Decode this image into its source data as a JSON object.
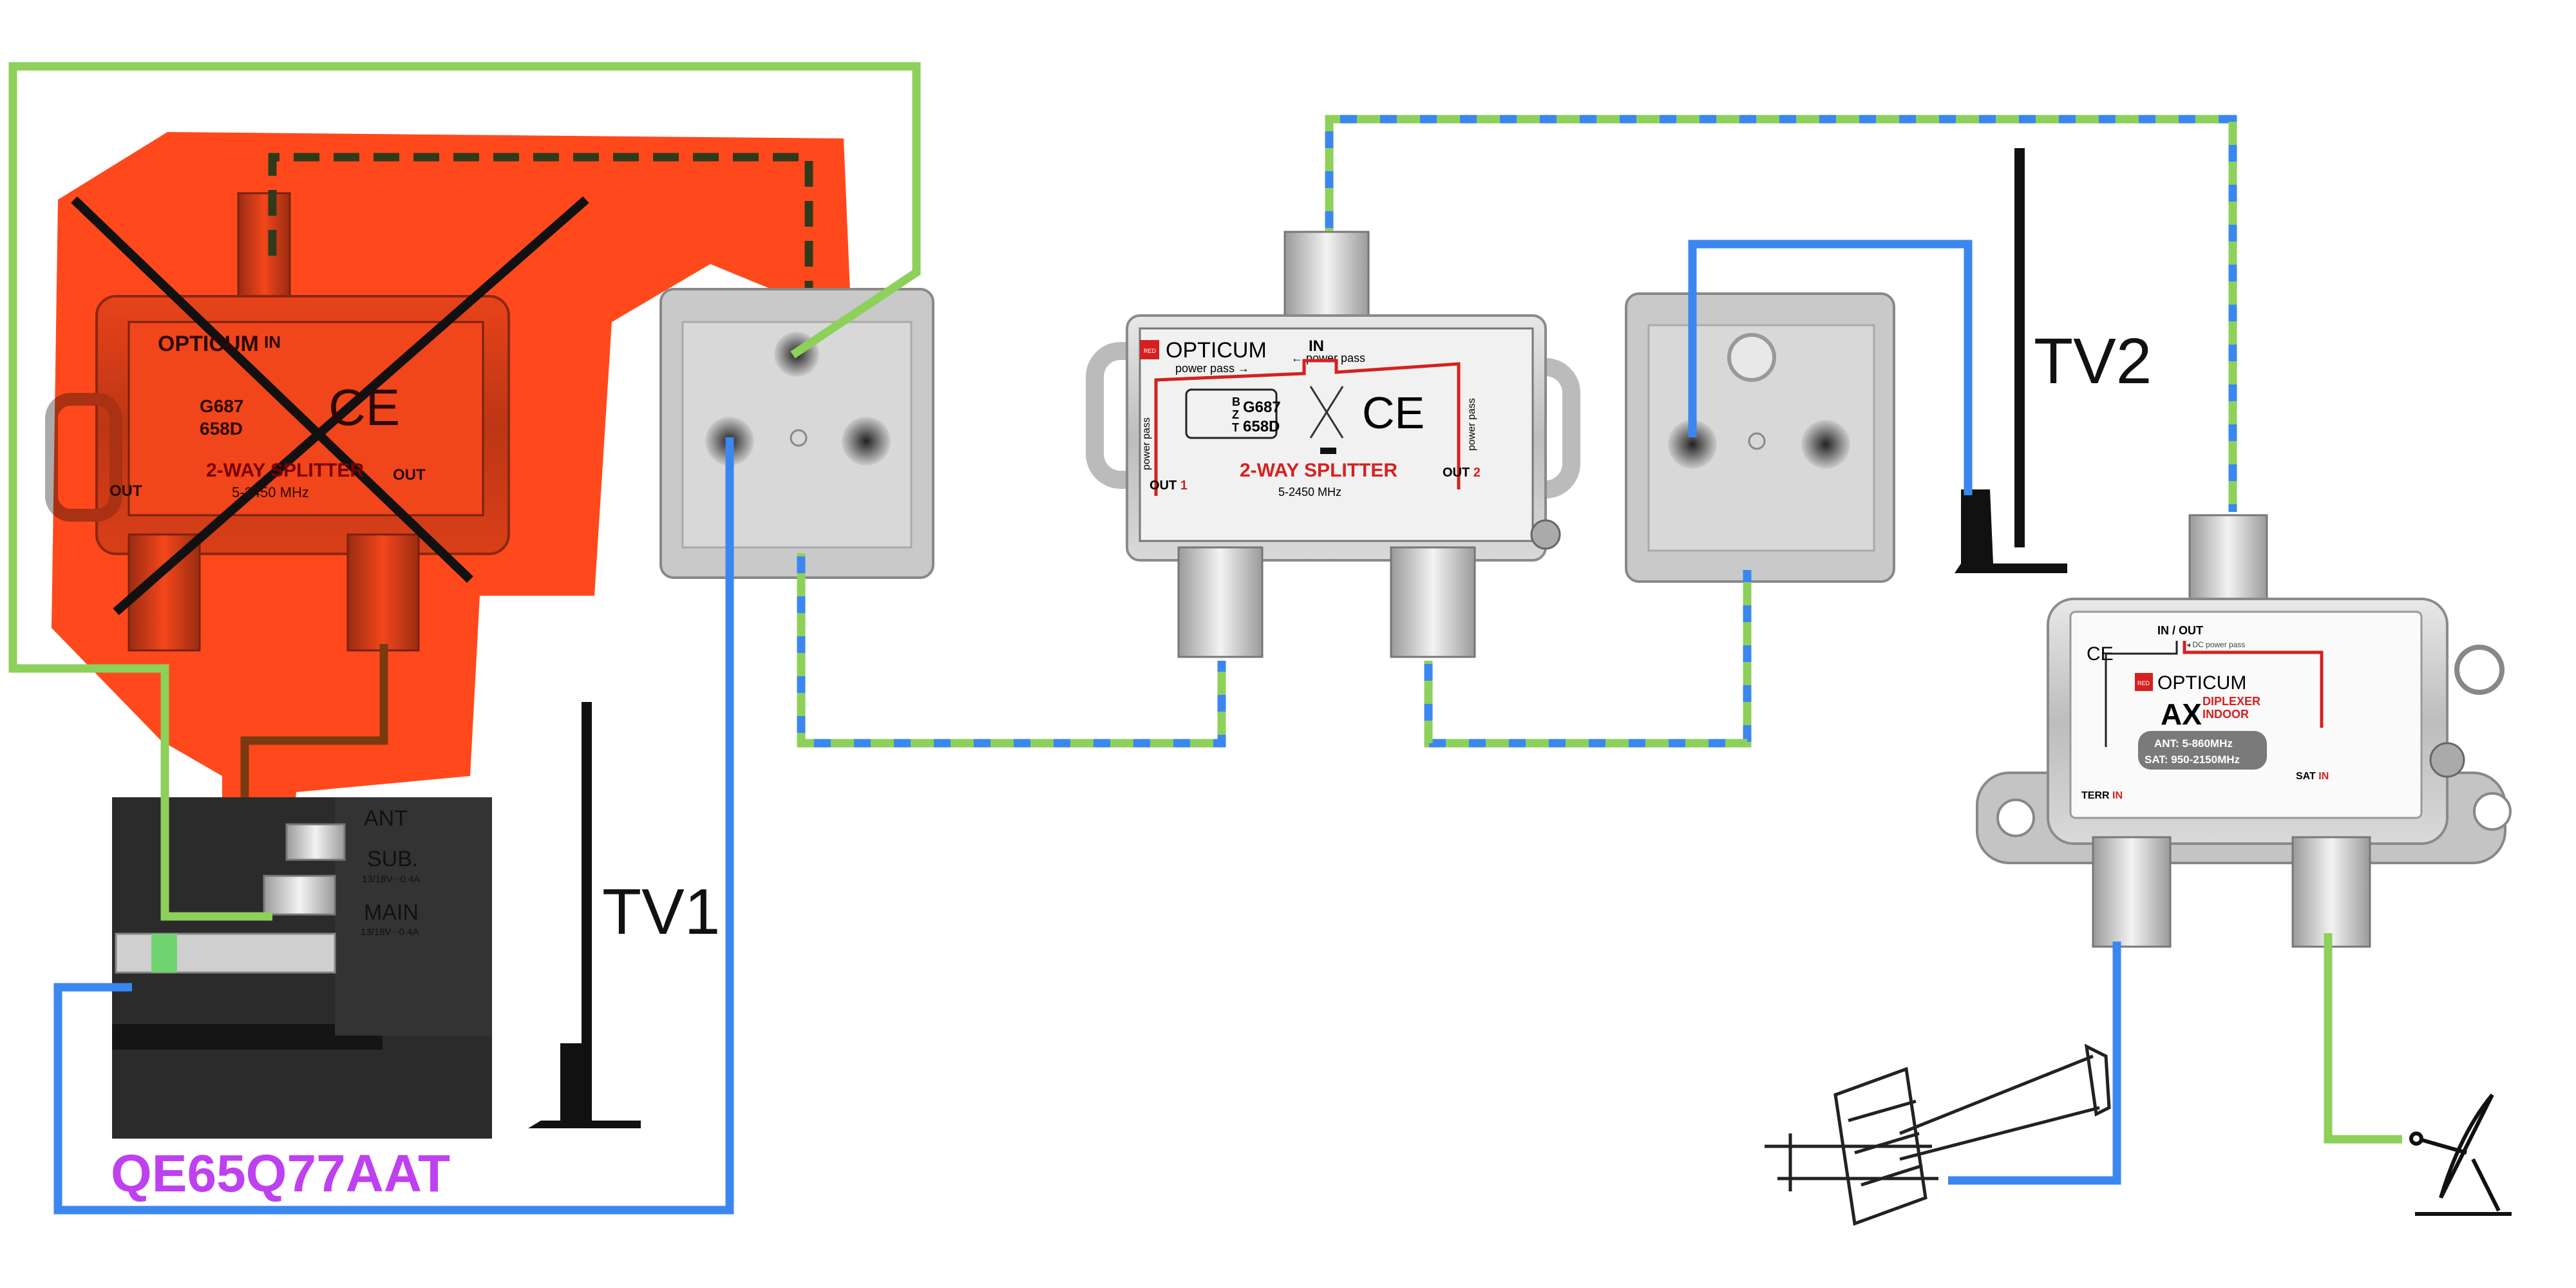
{
  "labels": {
    "tv1": "TV1",
    "tv2": "TV2",
    "tv_model": "QE65Q77AAT"
  },
  "tv_panel": {
    "ant": "ANT",
    "sub": "SUB.",
    "sub_rating": "13/18V⎓0.4A",
    "main": "MAIN",
    "main_rating": "13/18V⎓0.4A"
  },
  "splitter": {
    "brand_badge": "RED",
    "brand": "OPTICUM",
    "in": "IN",
    "power_pass_left": "power pass →",
    "power_pass_right": "← power pass",
    "power_pass_side": "power pass",
    "cert_letters": [
      "B",
      "Z",
      "T"
    ],
    "cert_code_1": "G687",
    "cert_code_2": "658D",
    "ce": "CE",
    "title": "2-WAY SPLITTER",
    "range": "5-2450 MHz",
    "out1": "OUT",
    "out1_num": "1",
    "out2": "OUT",
    "out2_num": "2"
  },
  "crossed_splitter": {
    "brand": "OPTICUM",
    "in": "IN",
    "cert_code_1": "G687",
    "cert_code_2": "658D",
    "ce": "CE",
    "title": "2-WAY SPLITTER",
    "range": "5-2450 MHz",
    "out": "OUT"
  },
  "diplexer": {
    "ce": "CE",
    "in_out": "IN / OUT",
    "dc_power_pass": "◂ DC power pass",
    "brand_badge": "RED",
    "brand": "OPTICUM",
    "model": "AX",
    "type_1": "DIPLEXER",
    "type_2": "INDOOR",
    "ant_range": "ANT: 5-860MHz",
    "sat_range": "SAT: 950-2150MHz",
    "terr": "TERR",
    "terr_in": "IN",
    "sat": "SAT",
    "sat_in": "IN"
  },
  "colors": {
    "terrestrial_cable": "#3b87f0",
    "satellite_cable": "#8dd05a",
    "disabled_overlay": "#ff3f10",
    "model_text": "#bf40f0"
  }
}
